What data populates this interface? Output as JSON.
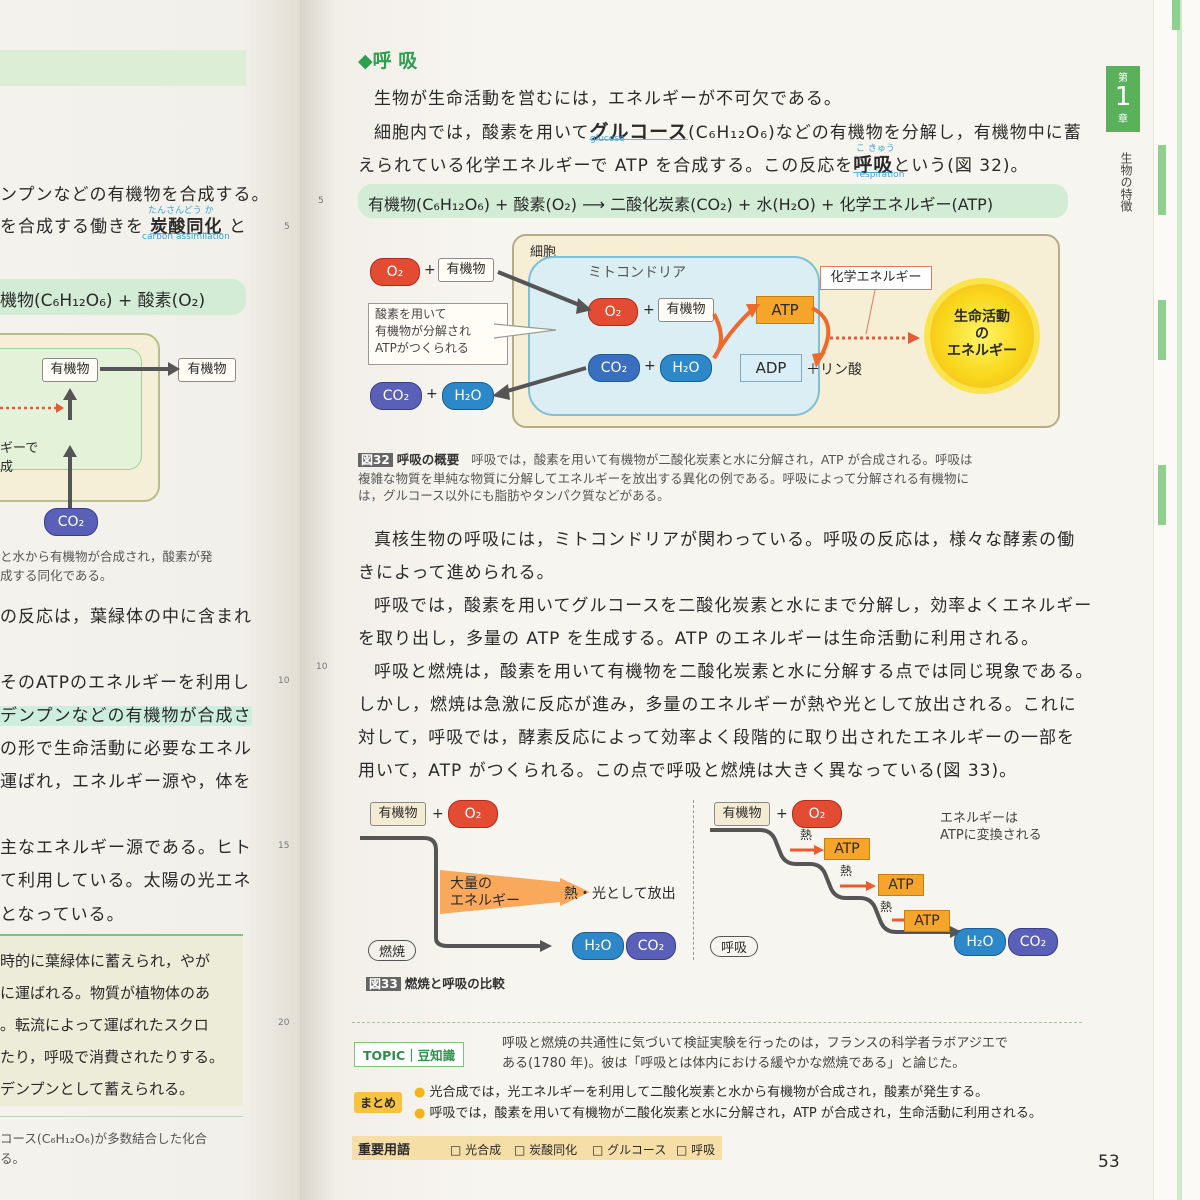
{
  "left": {
    "lines": [
      "ンプンなどの有機物を合成する。",
      "を合成する働きを",
      "炭酸同化",
      "と",
      "carbon assimilation",
      "機物(C₆H₁₂O₆) + 酸素(O₂)",
      "有機物",
      "有機物",
      "ギーで",
      "成",
      "CO₂",
      "と水から有機物が合成され，酸素が発",
      "成する同化である。",
      "の反応は，葉緑体の中に含まれ",
      "そのATPのエネルギーを利用し",
      "デンプンなどの有機物が合成さ",
      "の形で生命活動に必要なエネル",
      "運ばれ，エネルギー源や，体を",
      "主なエネルギー源である。ヒト",
      "て利用している。太陽の光エネ",
      "となっている。",
      "時的に葉緑体に蓄えられ，やが",
      "に運ばれる。物質が植物体のあ",
      "。転流によって運ばれたスクロ",
      "たり，呼吸で消費されたりする。",
      "デンプンとして蓄えられる。",
      "コース(C₆H₁₂O₆)が多数結合した化合",
      "る。"
    ],
    "ruby_tansan": "たんさんどう か",
    "line_numbers": [
      "5",
      "10",
      "15",
      "20"
    ]
  },
  "right": {
    "heading": "◆呼 吸",
    "p1": "生物が生命活動を営むには，エネルギーが不可欠である。",
    "p2a": "細胞内では，酸素を用いて",
    "p2b": "グルコース",
    "p2c": "(C₆H₁₂O₆)などの有機物を分解し，有機物中に蓄",
    "glucose": "glucose",
    "p3a": "えられている化学エネルギーで ATP を合成する。この反応を",
    "p3b": "呼吸",
    "p3c": "という(図 32)。",
    "ruby_kokyu": "こ きゅう",
    "respiration": "respiration",
    "equation": "有機物(C₆H₁₂O₆) + 酸素(O₂) ⟶ 二酸化炭素(CO₂) + 水(H₂O) + 化学エネルギー(ATP)",
    "line_numbers": [
      "5",
      "10"
    ],
    "chapter_tab": {
      "top": "第",
      "num": "1",
      "bottom": "章",
      "title": "生物の特徴"
    },
    "fig32": {
      "cell": "細胞",
      "mito": "ミトコンドリア",
      "o2": "O₂",
      "co2": "CO₂",
      "h2o": "H₂O",
      "plus": "+",
      "yukibutsu": "有機物",
      "atp": "ATP",
      "adp": "ADP",
      "rin": "＋リン酸",
      "kagaku": "化学エネルギー",
      "seimei": [
        "生命活動",
        "の",
        "エネルギー"
      ],
      "note": [
        "酸素を用いて",
        "有機物が分解され",
        "ATPがつくられる"
      ],
      "tag": "図32",
      "title": "呼吸の概要",
      "cap1": "呼吸では，酸素を用いて有機物が二酸化炭素と水に分解され，ATP が合成される。呼吸は",
      "cap2": "複雑な物質を単純な物質に分解してエネルギーを放出する異化の例である。呼吸によって分解される有機物に",
      "cap3": "は，グルコース以外にも脂肪やタンパク質などがある。"
    },
    "body": [
      "真核生物の呼吸には，ミトコンドリアが関わっている。呼吸の反応は，様々な酵素の働",
      "きによって進められる。",
      "呼吸では，酸素を用いてグルコースを二酸化炭素と水にまで分解し，効率よくエネルギー",
      "を取り出し，多量の ATP を生成する。ATP のエネルギーは生命活動に利用される。",
      "呼吸と燃焼は，酸素を用いて有機物を二酸化炭素と水に分解する点では同じ現象である。",
      "しかし，燃焼は急激に反応が進み，多量のエネルギーが熱や光として放出される。これに",
      "対して，呼吸では，酵素反応によって効率よく段階的に取り出されたエネルギーの一部を",
      "用いて，ATP がつくられる。この点で呼吸と燃焼は大きく異なっている(図 33)。"
    ],
    "fig33": {
      "yukibutsu": "有機物",
      "o2": "O₂",
      "h2o": "H₂O",
      "co2": "CO₂",
      "tairyo": [
        "大量の",
        "エネルギー"
      ],
      "netsu_hikari": "熱・光として放出",
      "nensho": "燃焼",
      "kokyu": "呼吸",
      "netsu": "熱",
      "atp": "ATP",
      "energy_note": [
        "エネルギーは",
        "ATPに変換される"
      ],
      "tag": "図33",
      "title": "燃焼と呼吸の比較"
    },
    "topic": {
      "label": "TOPIC｜豆知識",
      "line1": "呼吸と燃焼の共通性に気づいて検証実験を行ったのは，フランスの科学者ラボアジエで",
      "line2": "ある(1780 年)。彼は「呼吸とは体内における緩やかな燃焼である」と論じた。"
    },
    "matome": {
      "label": "まとめ",
      "item1": "光合成では，光エネルギーを利用して二酸化炭素と水から有機物が合成され，酸素が発生する。",
      "item2": "呼吸では，酸素を用いて有機物が二酸化炭素と水に分解され，ATP が合成され，生命活動に利用される。"
    },
    "keywords": {
      "label": "重要用語",
      "items": [
        "□ 光合成",
        "□ 炭酸同化",
        "□ グルコース",
        "□ 呼吸"
      ]
    },
    "page_number": "53"
  }
}
